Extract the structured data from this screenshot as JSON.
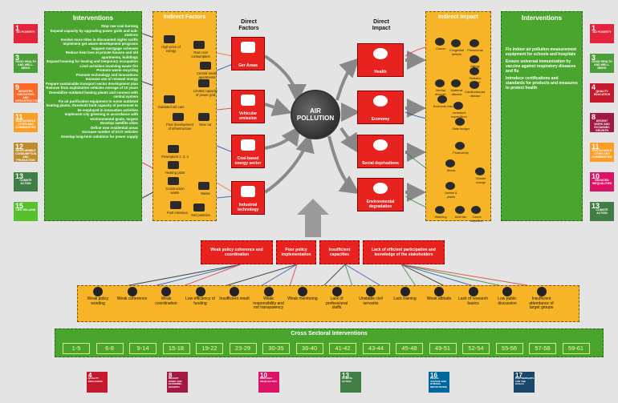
{
  "left_interventions": {
    "title": "Interventions",
    "items": [
      "Stop raw coal burning",
      "Expand capacity by upgrading power grids and sub-stations",
      "Involve more titles in discounted nights tariffs",
      "Implement get aware-development programs",
      "Support mortgage schemes",
      "Reduce heat loss at private houses and old apartments, buildings",
      "Expand housing for leasing and temporary occupation",
      "Limit activities involving waste fire",
      "Promote waste recycling",
      "Promote technology and innovations",
      "Increase use of renewal energy",
      "Prepare sustainable transport sector development plan",
      "Remove from exploitation vehicles overage of 10 years",
      "Demobilize outdated heating plants and connect with central system",
      "Fix air purification equipment to some outdated heating plants, threshold built capacity of personnel to be employed in innovation activities",
      "Implement city greening in accordance with environmental goals, targets",
      "Develop satellite cities",
      "Define new residential areas",
      "Increase number of ECO vehicles",
      "Develop long-term solutions for power supply"
    ]
  },
  "right_interventions": {
    "title": "Interventions",
    "items": [
      "Fix indoor air pollution measurement equipment for schools and hospitals",
      "Ensure universal immunization by vaccine against respiratory diseases and flu",
      "Introduce certifications and standards for products and measures to protect health"
    ]
  },
  "indirect_factors": {
    "title": "Indirect Factors",
    "labels": [
      "High price of energy",
      "Raw coal consumption",
      "Limited capacity of power grid",
      "Central areas, apartments",
      "Outdated old cars",
      "Poor development of infrastructure",
      "New car",
      "Powerplant 2, 3, 4",
      "Heating plant",
      "Construction waste",
      "Waste",
      "Fuel emission",
      "Soil particles"
    ]
  },
  "direct_factors": {
    "title": "Direct Factors",
    "items": [
      "Ger Areas",
      "Vehicular emission",
      "Coal-based energy sector",
      "Industrial technology"
    ]
  },
  "center": {
    "line1": "AIR",
    "line2": "POLLUTION"
  },
  "direct_impact": {
    "title": "Direct Impact",
    "items": [
      "Health",
      "Economy",
      "Social deprivations",
      "Environmental degradation"
    ]
  },
  "indirect_impact": {
    "title": "Indirect Impact",
    "labels": [
      "Cancer",
      "Congenital defects",
      "Pneumonia",
      "Allergy",
      "Pediatric disease",
      "Mental disorder",
      "Maternal disease",
      "Cardiovascular disease",
      "Economic loss",
      "Increased expenditure",
      "State budget",
      "Productivity",
      "Stress",
      "Climate change",
      "Animal & plants",
      "Warming",
      "Acid rain",
      "Ozone depletion"
    ]
  },
  "causes": [
    "Weak policy coherence and coordination",
    "Poor policy implementation",
    "Insufficient capacities",
    "Lack of efficient participation and knowledge of the stakeholders"
  ],
  "weaknesses": [
    "Weak policy wording",
    "Weak coherence",
    "Weak coordination",
    "Low efficiency of funding",
    "Insufficient result",
    "Weak responsibility and not transparency",
    "Weak monitoring",
    "Lack of professional staffs",
    "Unstable civil servants",
    "Lack training",
    "Weak attitude",
    "Lack of research basics",
    "Low public discussion",
    "Insufficient attendance of target groups"
  ],
  "cross_sectoral": {
    "title": "Cross Sectoral Interventions",
    "ranges": [
      "1-5",
      "6-8",
      "9-14",
      "15-18",
      "19-22",
      "23-29",
      "30-35",
      "36-40",
      "41-42",
      "43-44",
      "45-48",
      "49-51",
      "52-54",
      "55-56",
      "57-58",
      "59-61"
    ]
  },
  "sdg_left": [
    {
      "n": "1",
      "label": "NO POVERTY",
      "color": "#e5243b"
    },
    {
      "n": "3",
      "label": "GOOD HEALTH AND WELL-BEING",
      "color": "#4c9f38"
    },
    {
      "n": "9",
      "label": "INDUSTRY, INNOVATION AND INFRASTRUCTURE",
      "color": "#fd6925"
    },
    {
      "n": "11",
      "label": "SUSTAINABLE CITIES AND COMMUNITIES",
      "color": "#fd9d24"
    },
    {
      "n": "12",
      "label": "RESPONSIBLE CONSUMPTION AND PRODUCTION",
      "color": "#bf8b2e"
    },
    {
      "n": "13",
      "label": "CLIMATE ACTION",
      "color": "#3f7e44"
    },
    {
      "n": "15",
      "label": "LIFE ON LAND",
      "color": "#56c02b"
    }
  ],
  "sdg_right": [
    {
      "n": "1",
      "label": "NO POVERTY",
      "color": "#e5243b"
    },
    {
      "n": "3",
      "label": "GOOD HEALTH AND WELL-BEING",
      "color": "#4c9f38"
    },
    {
      "n": "4",
      "label": "QUALITY EDUCATION",
      "color": "#c5192d"
    },
    {
      "n": "8",
      "label": "DECENT WORK AND ECONOMIC GROWTH",
      "color": "#a21942"
    },
    {
      "n": "11",
      "label": "SUSTAINABLE CITIES AND COMMUNITIES",
      "color": "#fd9d24"
    },
    {
      "n": "10",
      "label": "REDUCED INEQUALITIES",
      "color": "#dd1367"
    },
    {
      "n": "13",
      "label": "CLIMATE ACTION",
      "color": "#3f7e44"
    }
  ],
  "sdg_bottom": [
    {
      "n": "4",
      "label": "QUALITY EDUCATION",
      "color": "#c5192d"
    },
    {
      "n": "8",
      "label": "DECENT WORK AND ECONOMIC GROWTH",
      "color": "#a21942"
    },
    {
      "n": "10",
      "label": "REDUCED INEQUALITIES",
      "color": "#dd1367"
    },
    {
      "n": "13",
      "label": "CLIMATE ACTION",
      "color": "#3f7e44"
    },
    {
      "n": "16",
      "label": "PEACE, JUSTICE AND STRONG INSTITUTIONS",
      "color": "#00689d"
    },
    {
      "n": "17",
      "label": "PARTNERSHIPS FOR THE GOALS",
      "color": "#19486a"
    }
  ]
}
